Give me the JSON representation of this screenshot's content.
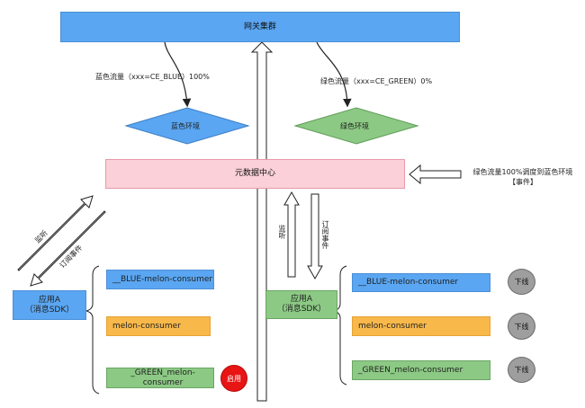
{
  "gateway": {
    "label": "网关集群"
  },
  "blue_flow_label": "蓝色流量（xxx=CE_BLUE）100%",
  "green_flow_label": "绿色流量（xxx=CE_GREEN）0%",
  "blue_env": {
    "label": "蓝色环境"
  },
  "green_env": {
    "label": "绿色环境"
  },
  "metadata_center": {
    "label": "元数据中心"
  },
  "event_note": {
    "line1": "绿色流量100%调度到蓝色环境",
    "line2": "【事件】"
  },
  "left_arrows": {
    "listen": "监听",
    "subscribe": "订阅事件"
  },
  "mid_arrows": {
    "listen": "监听",
    "subscribe": "订阅事件"
  },
  "app_left": {
    "line1": "应用A",
    "line2": "（消息SDK）"
  },
  "app_right": {
    "line1": "应用A",
    "line2": "（消息SDK）"
  },
  "left_consumers": [
    "__BLUE-melon-consumer",
    "melon-consumer",
    "_GREEN_melon-consumer"
  ],
  "right_consumers": [
    "__BLUE-melon-consumer",
    "melon-consumer",
    "_GREEN_melon-consumer"
  ],
  "left_status": "启用",
  "right_status": [
    "下线",
    "下线",
    "下线"
  ],
  "colors": {
    "blue": "#5aa6f2",
    "green": "#8cc984",
    "orange": "#f8b84a",
    "pink": "#fbd0d8",
    "red": "#e81515",
    "gray": "#9e9e9e"
  }
}
